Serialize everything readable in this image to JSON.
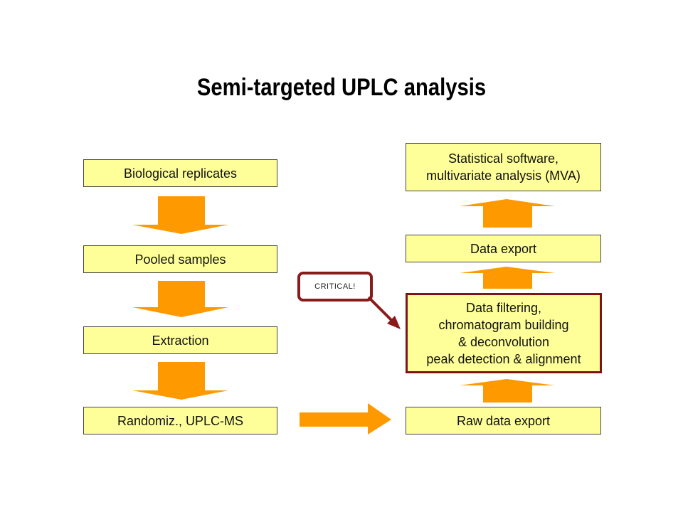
{
  "title": "Semi-targeted UPLC analysis",
  "left_column": {
    "biological_replicates": "Biological replicates",
    "pooled_samples": "Pooled samples",
    "extraction": "Extraction",
    "randomiz": "Randomiz., UPLC-MS"
  },
  "right_column": {
    "statistical": [
      "Statistical software,",
      "multivariate analysis (MVA)"
    ],
    "data_export": "Data export",
    "data_filtering": [
      "Data filtering,",
      "chromatogram building",
      "& deconvolution",
      "peak detection & alignment"
    ],
    "raw_data_export": "Raw data export"
  },
  "callout": "CRITICAL!",
  "colors": {
    "box_fill": "#ffff99",
    "arrow_fill": "#ff9900",
    "critical_border": "#7f1416"
  }
}
